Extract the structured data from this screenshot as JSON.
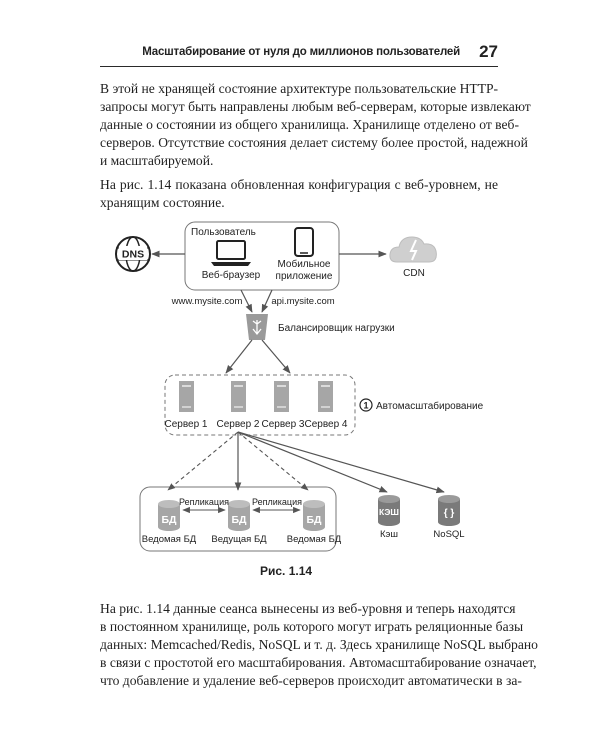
{
  "header": {
    "title": "Масштабирование от нуля до миллионов пользователей",
    "page_number": "27"
  },
  "para1": [
    "В этой не хранящей состояние архитектуре пользовательские HTTP-",
    "запросы могут быть направлены любым веб-серверам, которые извлекают",
    "данные о состоянии из общего хранилища. Хранилище отделено от веб-",
    "серверов. Отсутствие состояния делает систему более простой, надежной",
    "и масштабируемой."
  ],
  "para2": [
    "На рис. 1.14 показана обновленная конфигурация с веб-уровнем, не",
    "хранящим состояние."
  ],
  "diagram": {
    "user_label": "Пользователь",
    "browser_label": "Веб-браузер",
    "mobile_label_1": "Мобильное",
    "mobile_label_2": "приложение",
    "dns_label": "DNS",
    "cdn_label": "CDN",
    "url_web": "www.mysite.com",
    "url_api": "api.mysite.com",
    "lb_label": "Балансировщик нагрузки",
    "autoscale_number": "1",
    "autoscale_label": "Автомасштабирование",
    "servers": [
      "Сервер 1",
      "Сервер 2",
      "Сервер 3",
      "Сервер 4"
    ],
    "db_icon_text": "БД",
    "replication_label": "Репликация",
    "db_slave_1": "Ведомая БД",
    "db_master": "Ведущая БД",
    "db_slave_2": "Ведомая БД",
    "cache_icon_text": "КЭШ",
    "cache_label": "Кэш",
    "nosql_icon_text": "{ }",
    "nosql_label": "NoSQL"
  },
  "caption": "Рис. 1.14",
  "para3": [
    "На рис. 1.14 данные сеанса вынесены из веб-уровня и теперь находятся",
    "в постоянном хранилище, роль которого могут играть реляционные базы",
    "данных: Memcached/Redis, NoSQL и т. д. Здесь хранилище NoSQL выбрано",
    "в связи с простотой его масштабирования. Автомасштабирование означает,",
    "что добавление и удаление веб-серверов происходит автоматически в за-"
  ],
  "colors": {
    "icon_gray": "#a6a6a6",
    "icon_dark": "#7a7a7a",
    "line": "#555555",
    "text": "#1f1f1f"
  }
}
